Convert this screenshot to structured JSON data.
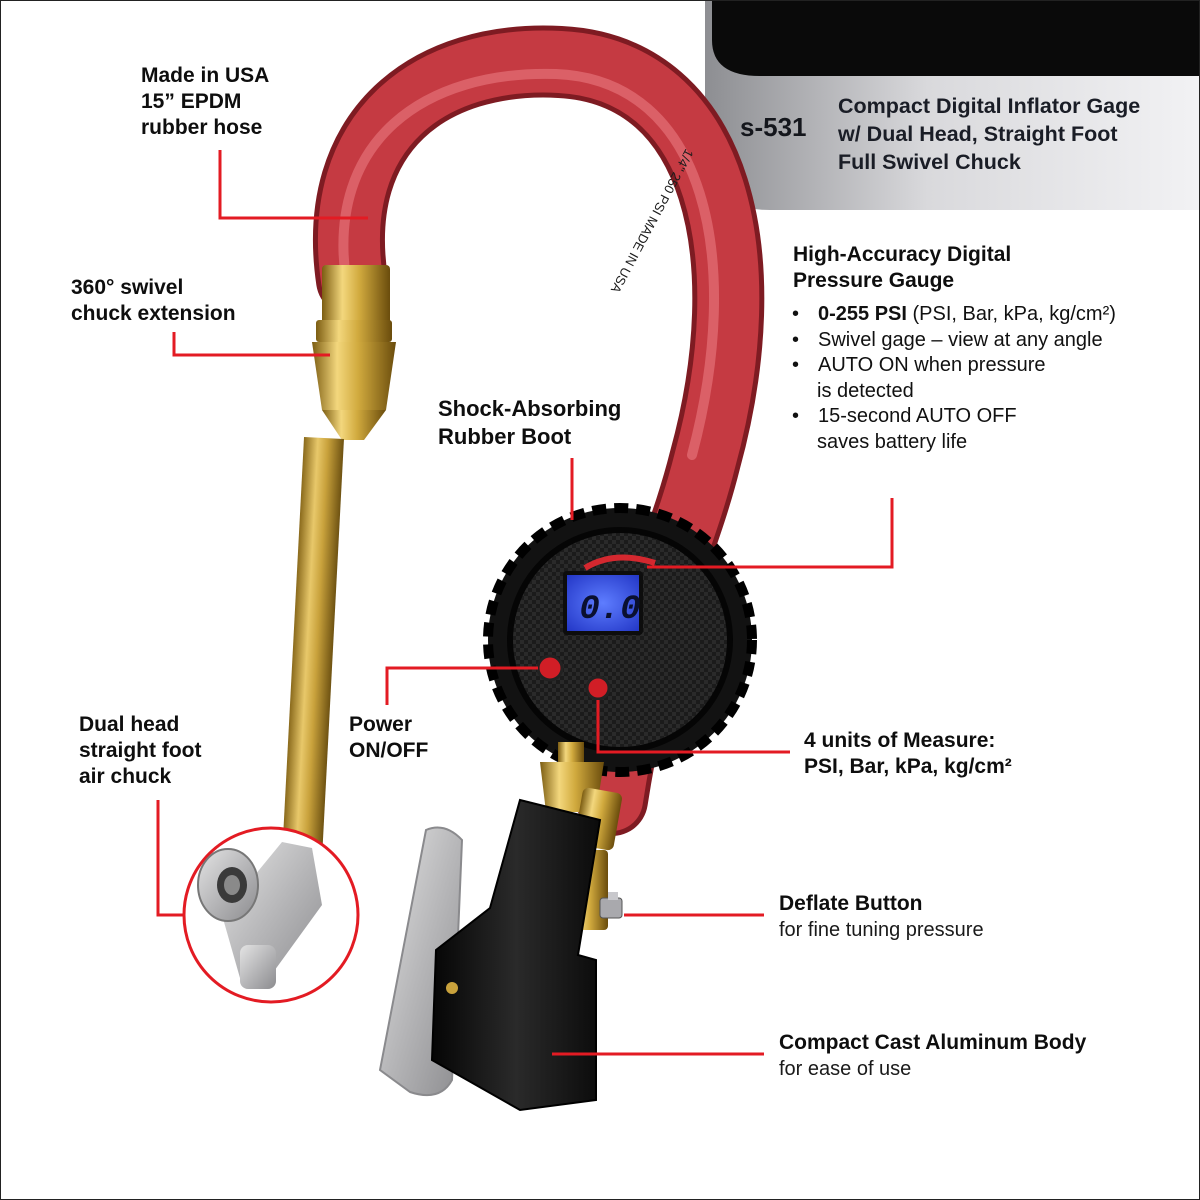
{
  "banner": {
    "code": "s-531",
    "title_lines": [
      "Compact Digital Inflator Gage",
      "w/ Dual Head, Straight Foot",
      "Full Swivel Chuck"
    ]
  },
  "callouts": {
    "hose": {
      "lines": [
        "Made in USA",
        "15” EPDM",
        "rubber hose"
      ]
    },
    "swivel": {
      "lines": [
        "360° swivel",
        "chuck extension"
      ]
    },
    "boot": {
      "lines": [
        "Shock-Absorbing",
        "Rubber Boot"
      ]
    },
    "gauge": {
      "lines": [
        "High-Accuracy Digital",
        "Pressure Gauge"
      ]
    },
    "chuck": {
      "lines": [
        "Dual head",
        "straight foot",
        "air chuck"
      ]
    },
    "power": {
      "lines": [
        "Power",
        "ON/OFF"
      ]
    },
    "units": {
      "lines": [
        "4 units of Measure:",
        "PSI, Bar, kPa, kg/cm²"
      ]
    },
    "deflate": {
      "title": "Deflate Button",
      "subtitle": "for fine tuning pressure"
    },
    "body": {
      "title": "Compact Cast Aluminum Body",
      "subtitle": "for ease of use"
    }
  },
  "features": {
    "bullet": "•",
    "range_bold": "0-255 PSI",
    "range_units": " (PSI, Bar, kPa, kg/cm²)",
    "swivel": "Swivel gage – view at any angle",
    "auto_on": "AUTO ON when pressure",
    "auto_on_cont": "is detected",
    "auto_off": "15-second AUTO OFF",
    "auto_off_cont": "saves battery life"
  },
  "gauge_display": {
    "reading": "0.0"
  },
  "hose_print": "1/4\" 250 PSI MADE IN USA",
  "colors": {
    "callout_line": "#e31b23",
    "hose": "#c53a42",
    "brass": "#c9a23c",
    "lcd": "#2f4fe0",
    "banner_dark": "#0a0a0a",
    "banner_silver": "#c8c8cb"
  }
}
